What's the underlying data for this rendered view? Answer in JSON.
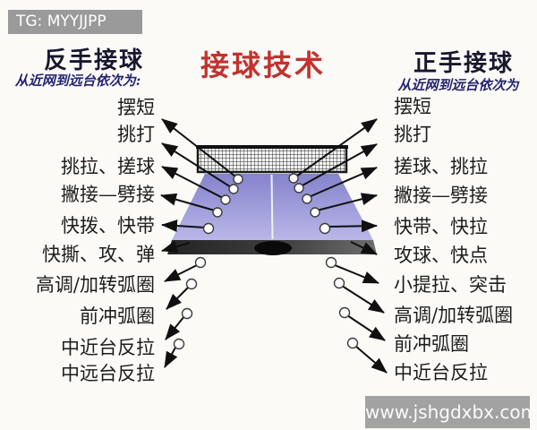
{
  "header": {
    "watermark_tg": "TG: MYYJJPP",
    "main_title": "接球技术"
  },
  "footer": {
    "watermark_site": "www.jshgdxbx.com"
  },
  "left_column": {
    "title": "反手接球",
    "subtitle": "从近网到远台依次为:",
    "items": [
      {
        "label": "摆短"
      },
      {
        "label": "挑打"
      },
      {
        "label": "挑拉、搓球"
      },
      {
        "label": "撇接—劈接"
      },
      {
        "label": "快拨、快带"
      },
      {
        "label": "快撕、攻、弹"
      },
      {
        "label": "高调/加转弧圈"
      },
      {
        "label": "前冲弧圈"
      },
      {
        "label": "中近台反拉"
      },
      {
        "label": "中远台反拉"
      }
    ]
  },
  "right_column": {
    "title": "正手接球",
    "subtitle": "从近网到远台依次为",
    "items": [
      {
        "label": "摆短"
      },
      {
        "label": "挑打"
      },
      {
        "label": "搓球、挑拉"
      },
      {
        "label": "撇接—劈接"
      },
      {
        "label": "快带、快拉"
      },
      {
        "label": "攻球、快点"
      },
      {
        "label": "小提拉、突击"
      },
      {
        "label": "高调/加转弧圈"
      },
      {
        "label": "前冲弧圈"
      },
      {
        "label": "中近台反拉"
      }
    ]
  },
  "diagram": {
    "subject": "table-tennis half table, net at far end, ball landing points ordered from near net to far off-table",
    "on_table_points_per_side": 5,
    "off_table_points_per_side": 4,
    "colors": {
      "main_title_red": "#c0332f",
      "side_title_navy": "#17172e",
      "subtitle_blue": "#242470",
      "label_text": "#1d1d1d",
      "table_surface_top": "#8583cb",
      "table_surface_bottom": "#b9b7e8",
      "table_edge": "#3a3a3a",
      "center_line": "#f0f0f8",
      "net_mesh_line": "#2f2f2f",
      "arrow_black": "#101010",
      "watermark_bg": "#9a9a9a",
      "watermark_text": "#ffffff"
    }
  }
}
